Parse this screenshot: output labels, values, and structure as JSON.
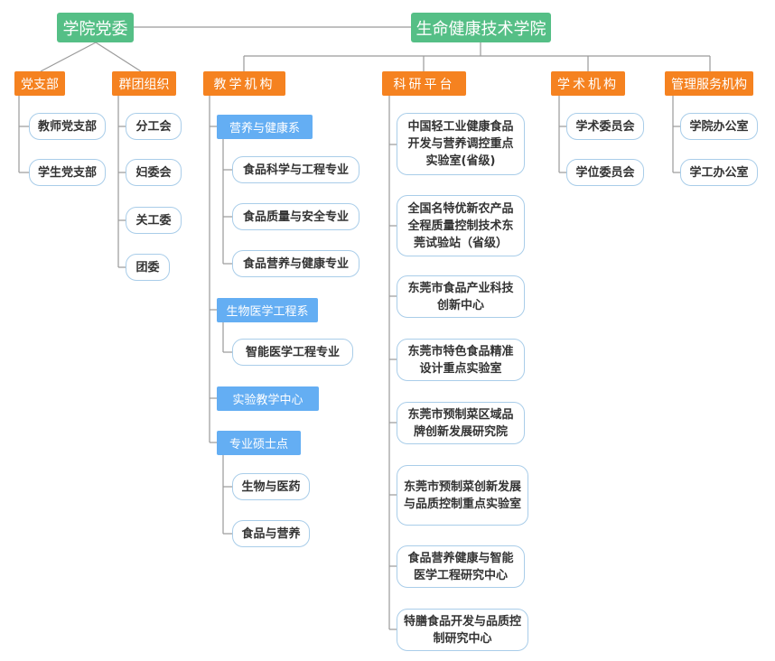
{
  "party": {
    "title": "学院党委",
    "branch": {
      "title": "党支部",
      "items": [
        "教师党支部",
        "学生党支部"
      ]
    },
    "mass": {
      "title": "群团组织",
      "items": [
        "分工会",
        "妇委会",
        "关工委",
        "团委"
      ]
    }
  },
  "college": {
    "title": "生命健康技术学院",
    "teaching": {
      "title": "教学机构",
      "dept_nutrition": {
        "title": "营养与健康系",
        "items": [
          "食品科学与工程专业",
          "食品质量与安全专业",
          "食品营养与健康专业"
        ]
      },
      "dept_biomed": {
        "title": "生物医学工程系",
        "items": [
          "智能医学工程专业"
        ]
      },
      "lab_center": "实验教学中心",
      "master": {
        "title": "专业硕士点",
        "items": [
          "生物与医药",
          "食品与营养"
        ]
      }
    },
    "research": {
      "title": "科研平台",
      "items": [
        "中国轻工业健康食品开发与营养调控重点实验室(省级)",
        "全国名特优新农产品全程质量控制技术东莞试验站（省级）",
        "东莞市食品产业科技创新中心",
        "东莞市特色食品精准设计重点实验室",
        "东莞市预制菜区域品牌创新发展研究院",
        "东莞市预制菜创新发展与品质控制重点实验室",
        "食品营养健康与智能医学工程研究中心",
        "特膳食品开发与品质控制研究中心"
      ]
    },
    "academic": {
      "title": "学术机构",
      "items": [
        "学术委员会",
        "学位委员会"
      ]
    },
    "admin": {
      "title": "管理服务机构",
      "items": [
        "学院办公室",
        "学工办公室"
      ]
    }
  },
  "colors": {
    "green": "#55bf86",
    "orange": "#f58220",
    "blue": "#64aef3",
    "leaf_border": "#a9cde9",
    "line": "#999999"
  }
}
